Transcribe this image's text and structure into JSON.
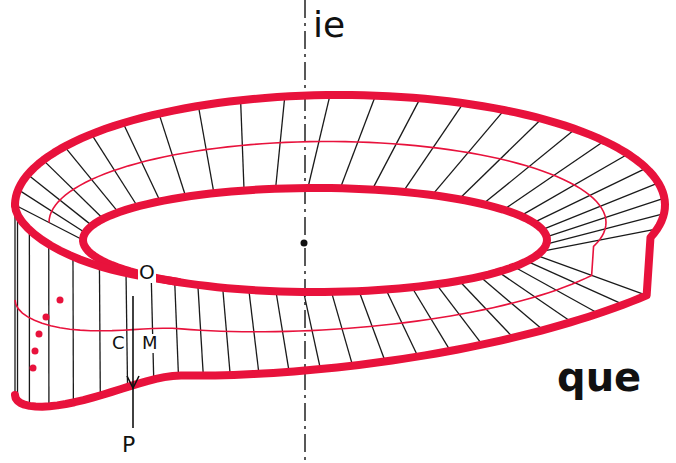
{
  "diagram": {
    "labels": [
      "ie",
      "O",
      "C",
      "M",
      "P",
      "que"
    ]
  }
}
